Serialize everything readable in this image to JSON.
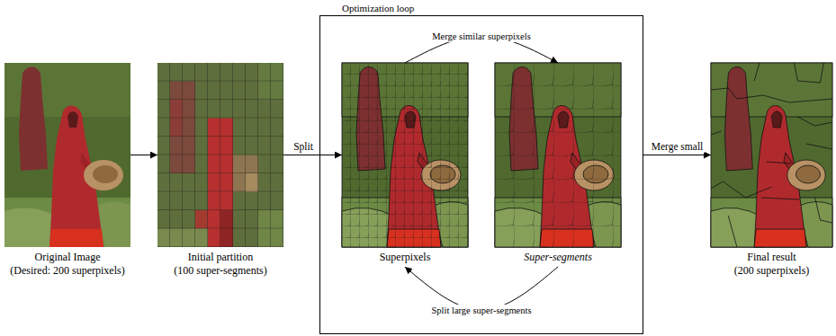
{
  "diagram": {
    "nodes": [
      {
        "text": [
          "Original Image",
          "(Desired: 200 superpixels)"
        ]
      },
      {
        "text": [
          "Initial partition",
          "(100 super-segments)"
        ]
      },
      {
        "text": [
          "Optimization loop"
        ]
      },
      {
        "text": [
          "Superpixels"
        ],
        "in": 2
      },
      {
        "text": [
          "Super-segments"
        ],
        "in": 2
      },
      {
        "text": [
          "Final result",
          "(200 superpixels)"
        ]
      }
    ],
    "edges": [
      {
        "from": 0,
        "to": 1,
        "arrow": "to"
      },
      {
        "from": 1,
        "to": 3,
        "label": "Split",
        "arrow": "to"
      },
      {
        "from": 3,
        "to": 4,
        "label": "Merge similar superpixels",
        "arrow": "to"
      },
      {
        "from": 4,
        "to": 3,
        "label": "Split large super-segments",
        "arrow": "to"
      },
      {
        "from": 2,
        "to": 5,
        "label": "Merge small",
        "arrow": "to"
      }
    ]
  }
}
